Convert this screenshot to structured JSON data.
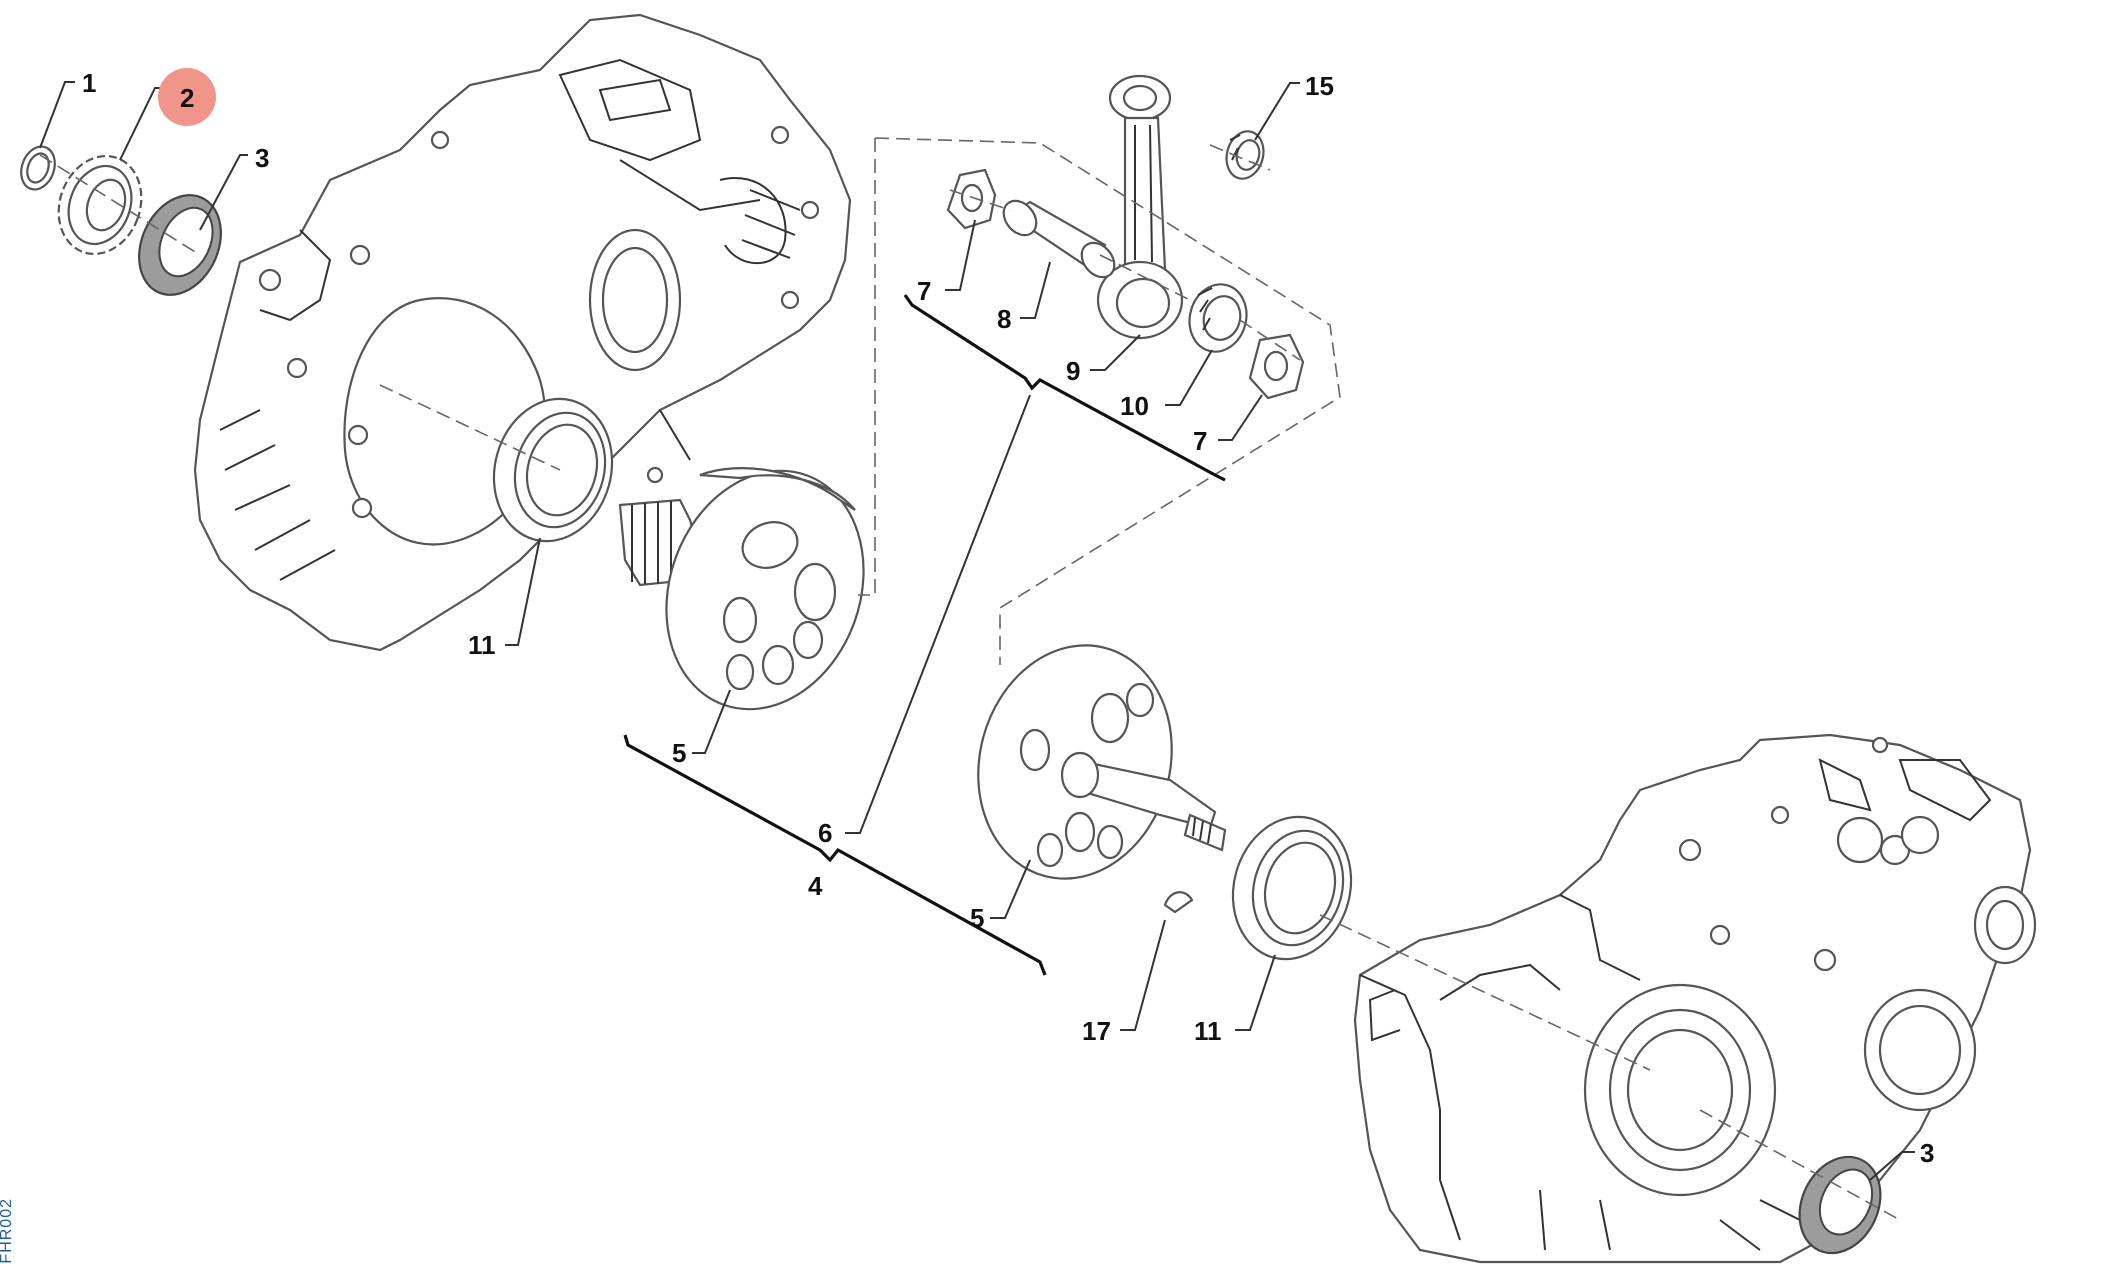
{
  "diagram": {
    "highlight_color": "#f0958a",
    "side_code": "FHR002",
    "callouts": {
      "c1": "1",
      "c2": "2",
      "c3a": "3",
      "c3b": "3",
      "c4": "4",
      "c5a": "5",
      "c5b": "5",
      "c6": "6",
      "c7a": "7",
      "c7b": "7",
      "c8": "8",
      "c9": "9",
      "c10": "10",
      "c11a": "11",
      "c11b": "11",
      "c15": "15",
      "c17": "17"
    }
  }
}
